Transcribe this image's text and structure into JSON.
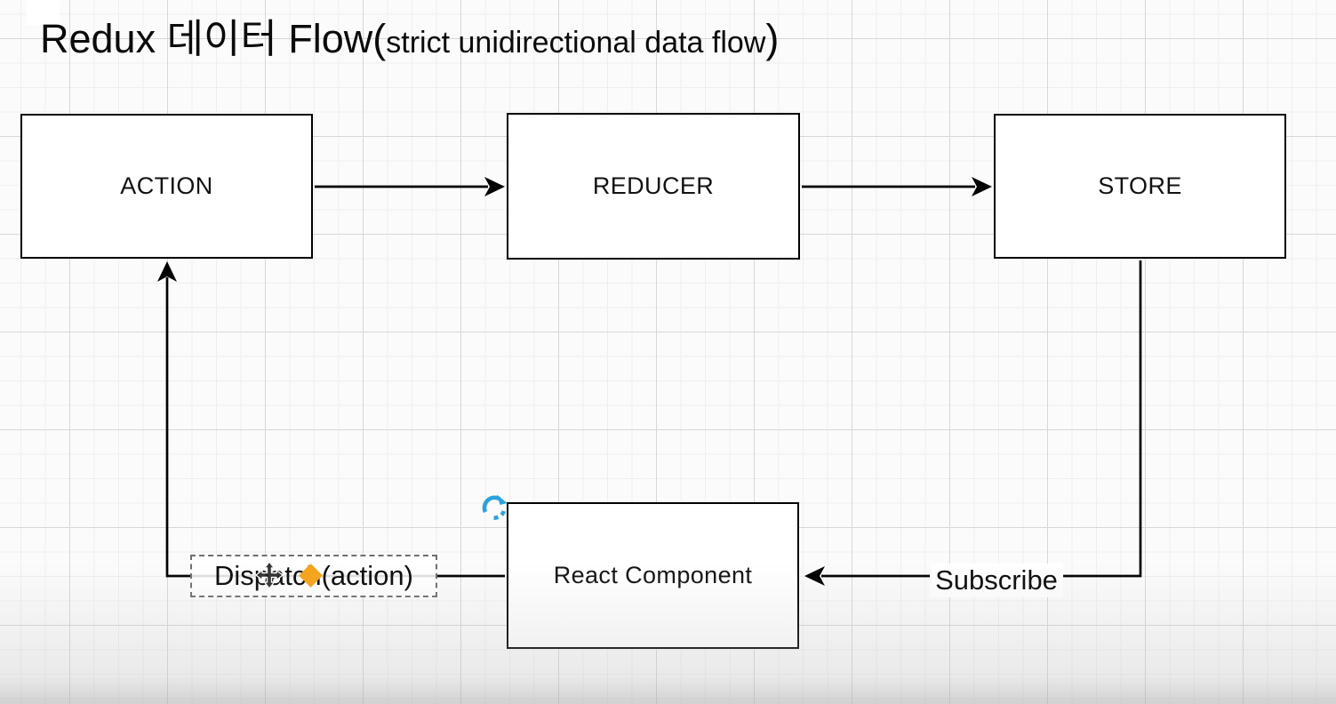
{
  "title": {
    "main": "Redux 데이터 Flow(",
    "sub": "strict unidirectional data flow",
    "close": ")"
  },
  "nodes": [
    {
      "id": "action",
      "label": "ACTION"
    },
    {
      "id": "reducer",
      "label": "REDUCER"
    },
    {
      "id": "store",
      "label": "STORE"
    },
    {
      "id": "react-component",
      "label": "React Component"
    }
  ],
  "edges": [
    {
      "from": "action",
      "to": "reducer",
      "label": ""
    },
    {
      "from": "reducer",
      "to": "store",
      "label": ""
    },
    {
      "from": "store",
      "to": "react-component",
      "label": "Subscribe"
    },
    {
      "from": "react-component",
      "to": "action",
      "label": "Dispatch(action)"
    }
  ],
  "selection": {
    "selected_element": "dispatch-edge-label",
    "selected_text": "Dispatch(action)"
  },
  "icons": {
    "rotate": "rotate-clockwise-icon",
    "move": "move-cursor-icon",
    "handle": "edge-label-handle"
  },
  "colors": {
    "accent_blue": "#2BA3DC",
    "handle_orange": "#F6A318",
    "line_black": "#000000",
    "node_fill": "#FFFFFF",
    "grid_minor": "#EFEFEF",
    "grid_major": "#D7D7D7",
    "canvas_background": "#FBFBFB"
  }
}
